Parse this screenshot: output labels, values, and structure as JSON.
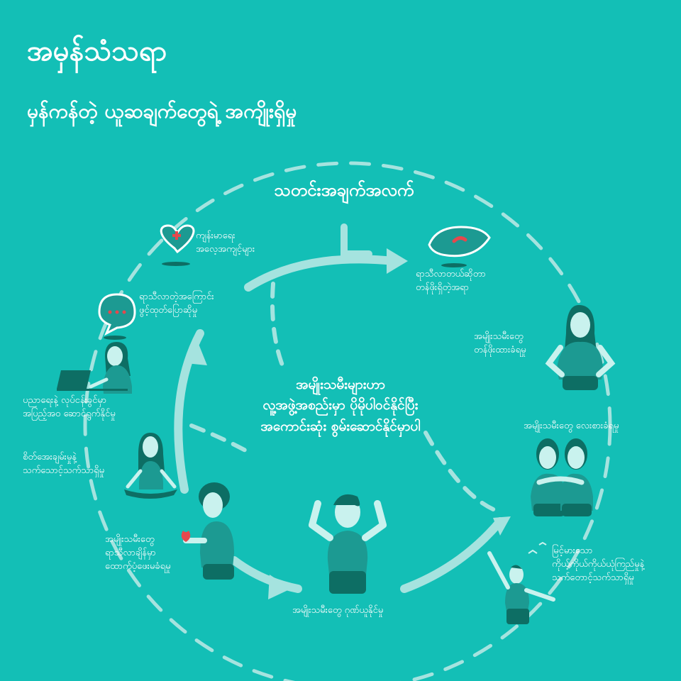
{
  "title": "အမှန်သံသရာ",
  "subtitle": "မှန်ကန်တဲ့ ယူဆချက်တွေရဲ့ အကျိုးရှိမှု",
  "center_heading": "သတင်းအချက်အလက်",
  "center_message": [
    "အမျိုးသမီးများဟာ",
    "လူ့အဖွဲ့အစည်းမှာ ပိုမိုပါဝင်နိုင်ပြီး",
    "အကောင်းဆုံး စွမ်းဆောင်နိုင်မှာပါ"
  ],
  "cycle_items": [
    {
      "text": [
        "ရာသီလာတယ်ဆိုတာ",
        "တန်ဖိုးရှိတဲ့အရာ"
      ],
      "icon": "menstrual-pad-icon"
    },
    {
      "text": [
        "အမျိုးသမီးတွေ",
        "တန်ဖိုးထားခံရမှု"
      ],
      "icon": "confident-woman-illustration"
    },
    {
      "text": [
        "အမျိုးသမီးတွေ လေးစားခံရမှု"
      ],
      "icon": "two-women-hugging-illustration"
    },
    {
      "text": [
        "မြင့်မားသော",
        "ကိုယ့်ကိုယ်ကိုယ်ယုံကြည်မှုနဲ့",
        "သက်တောင့်သက်သာရှိမှု"
      ],
      "icon": "woman-with-birds-illustration"
    },
    {
      "text": [
        "အမျိုးသမီးတွေ ဂုဏ်ယူနိုင်မှု"
      ],
      "icon": "flexing-woman-illustration"
    },
    {
      "text": [
        "အမျိုးသမီးတွေ",
        "ရာသီလာချိန်မှာ",
        "ထောက်ပံ့ဖေးမခံရမှု"
      ],
      "icon": "woman-holding-flower-illustration"
    },
    {
      "text": [
        "စိတ်အေးချမ်းမှုနဲ့",
        "သက်သောင့်သက်သာရှိမှု"
      ],
      "icon": "meditating-woman-illustration"
    },
    {
      "text": [
        "ပညာရေးနဲ့ လုပ်ငန်းခွင်မှာ",
        "အပြည့်အဝ ဆောင်ရွက်နိုင်မှု"
      ],
      "icon": "woman-at-laptop-illustration"
    },
    {
      "text": [
        "ရာသီလာတဲ့အကြောင်း",
        "ဖွင့်ထုတ်ပြောဆိုမှု"
      ],
      "icon": "speech-bubble-icon"
    },
    {
      "text": [
        "ကျန်းမာရေး",
        "အလေ့အကျင့်များ"
      ],
      "icon": "heart-health-icon"
    }
  ],
  "colors": {
    "background": "#13bfb6",
    "light": "#a5e3df",
    "dark_teal": "#0d6e64",
    "mid_teal": "#1c9a92",
    "skin": "#c9f2ee",
    "accent_red": "#e5484d"
  }
}
